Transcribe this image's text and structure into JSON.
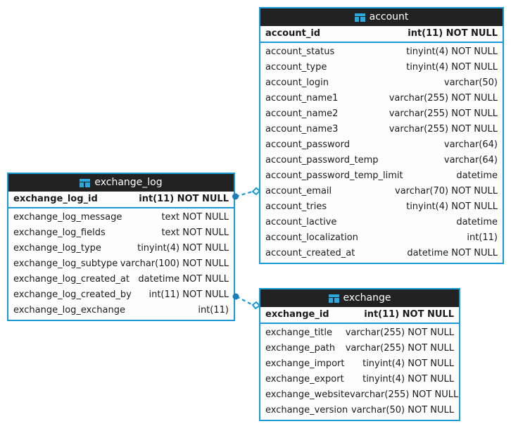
{
  "diagram": {
    "kind": "er-diagram",
    "accent_color": "#1a9ad7",
    "header_bg": "#222222",
    "body_bg": "#fdfdfd",
    "canvas_bg": "#ffffff"
  },
  "tables": {
    "account": {
      "name": "account",
      "icon": "table-icon",
      "primary_key": {
        "name": "account_id",
        "type": "int(11) NOT NULL"
      },
      "columns": [
        {
          "name": "account_status",
          "type": "tinyint(4) NOT NULL"
        },
        {
          "name": "account_type",
          "type": "tinyint(4) NOT NULL"
        },
        {
          "name": "account_login",
          "type": "varchar(50)"
        },
        {
          "name": "account_name1",
          "type": "varchar(255) NOT NULL"
        },
        {
          "name": "account_name2",
          "type": "varchar(255) NOT NULL"
        },
        {
          "name": "account_name3",
          "type": "varchar(255) NOT NULL"
        },
        {
          "name": "account_password",
          "type": "varchar(64)"
        },
        {
          "name": "account_password_temp",
          "type": "varchar(64)"
        },
        {
          "name": "account_password_temp_limit",
          "type": "datetime"
        },
        {
          "name": "account_email",
          "type": "varchar(70) NOT NULL"
        },
        {
          "name": "account_tries",
          "type": "tinyint(4) NOT NULL"
        },
        {
          "name": "account_lactive",
          "type": "datetime"
        },
        {
          "name": "account_localization",
          "type": "int(11)"
        },
        {
          "name": "account_created_at",
          "type": "datetime NOT NULL"
        }
      ]
    },
    "exchange_log": {
      "name": "exchange_log",
      "icon": "table-icon",
      "primary_key": {
        "name": "exchange_log_id",
        "type": "int(11) NOT NULL"
      },
      "columns": [
        {
          "name": "exchange_log_message",
          "type": "text NOT NULL"
        },
        {
          "name": "exchange_log_fields",
          "type": "text NOT NULL"
        },
        {
          "name": "exchange_log_type",
          "type": "tinyint(4) NOT NULL"
        },
        {
          "name": "exchange_log_subtype",
          "type": "varchar(100) NOT NULL"
        },
        {
          "name": "exchange_log_created_at",
          "type": "datetime NOT NULL"
        },
        {
          "name": "exchange_log_created_by",
          "type": "int(11) NOT NULL"
        },
        {
          "name": "exchange_log_exchange",
          "type": "int(11)"
        }
      ]
    },
    "exchange": {
      "name": "exchange",
      "icon": "table-icon",
      "primary_key": {
        "name": "exchange_id",
        "type": "int(11) NOT NULL"
      },
      "columns": [
        {
          "name": "exchange_title",
          "type": "varchar(255) NOT NULL"
        },
        {
          "name": "exchange_path",
          "type": "varchar(255) NOT NULL"
        },
        {
          "name": "exchange_import",
          "type": "tinyint(4) NOT NULL"
        },
        {
          "name": "exchange_export",
          "type": "tinyint(4) NOT NULL"
        },
        {
          "name": "exchange_website",
          "type": "varchar(255) NOT NULL"
        },
        {
          "name": "exchange_version",
          "type": "varchar(50) NOT NULL"
        }
      ]
    }
  },
  "relationships": [
    {
      "id": "rel-exchange-log-account",
      "from_table": "exchange_log",
      "from_column": "exchange_log_created_by",
      "to_table": "account",
      "to_column": "account_id",
      "from_marker": "filled-circle",
      "to_marker": "diamond",
      "line_style": "dashed"
    },
    {
      "id": "rel-exchange-log-exchange",
      "from_table": "exchange_log",
      "from_column": "exchange_log_exchange",
      "to_table": "exchange",
      "to_column": "exchange_id",
      "from_marker": "filled-circle",
      "to_marker": "diamond",
      "line_style": "dashed"
    }
  ]
}
